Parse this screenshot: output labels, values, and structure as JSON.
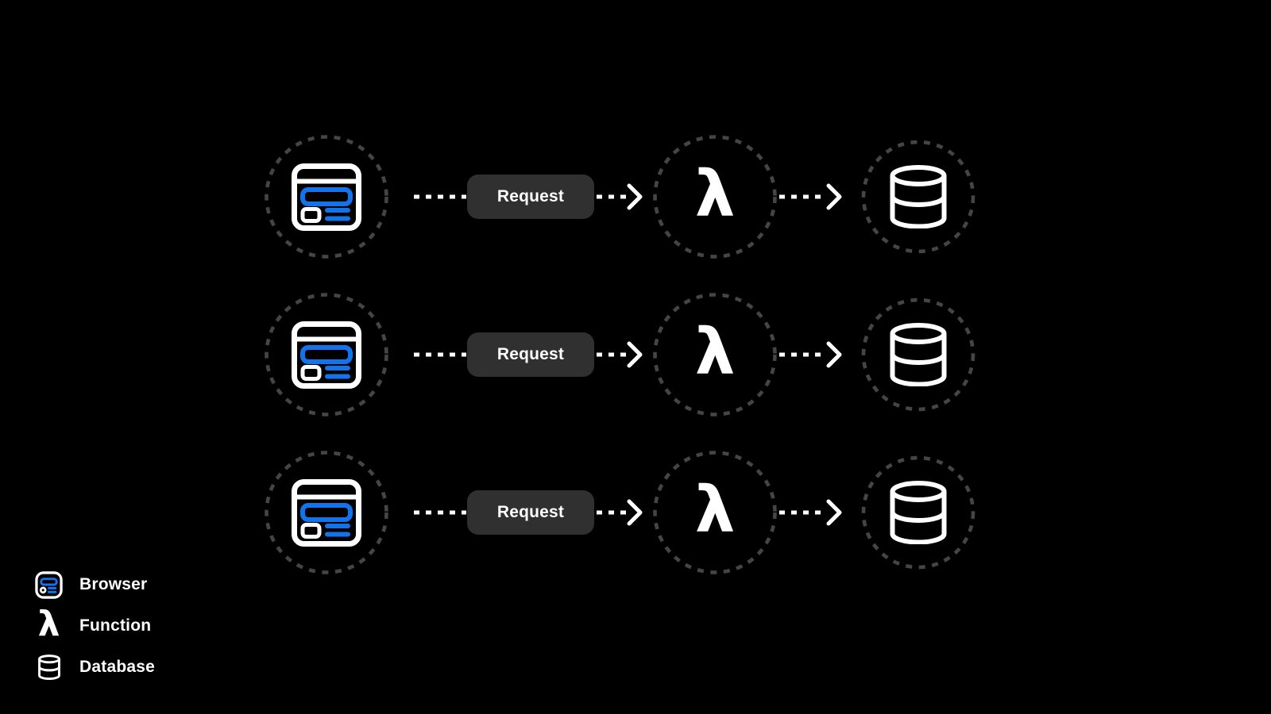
{
  "colors": {
    "background": "#000000",
    "accent_blue": "#1273EB",
    "dashed_ring": "#454545",
    "request_badge_bg": "#303030",
    "foreground": "#FFFFFF"
  },
  "diagram": {
    "rows": [
      {
        "source": "Browser",
        "request_label": "Request",
        "processor": "Function",
        "lambda_glyph": "λ",
        "target": "Database"
      },
      {
        "source": "Browser",
        "request_label": "Request",
        "processor": "Function",
        "lambda_glyph": "λ",
        "target": "Database"
      },
      {
        "source": "Browser",
        "request_label": "Request",
        "processor": "Function",
        "lambda_glyph": "λ",
        "target": "Database"
      }
    ]
  },
  "legend": {
    "items": [
      {
        "icon": "browser-icon",
        "label": "Browser"
      },
      {
        "icon": "lambda-icon",
        "glyph": "λ",
        "label": "Function"
      },
      {
        "icon": "database-icon",
        "label": "Database"
      }
    ]
  }
}
